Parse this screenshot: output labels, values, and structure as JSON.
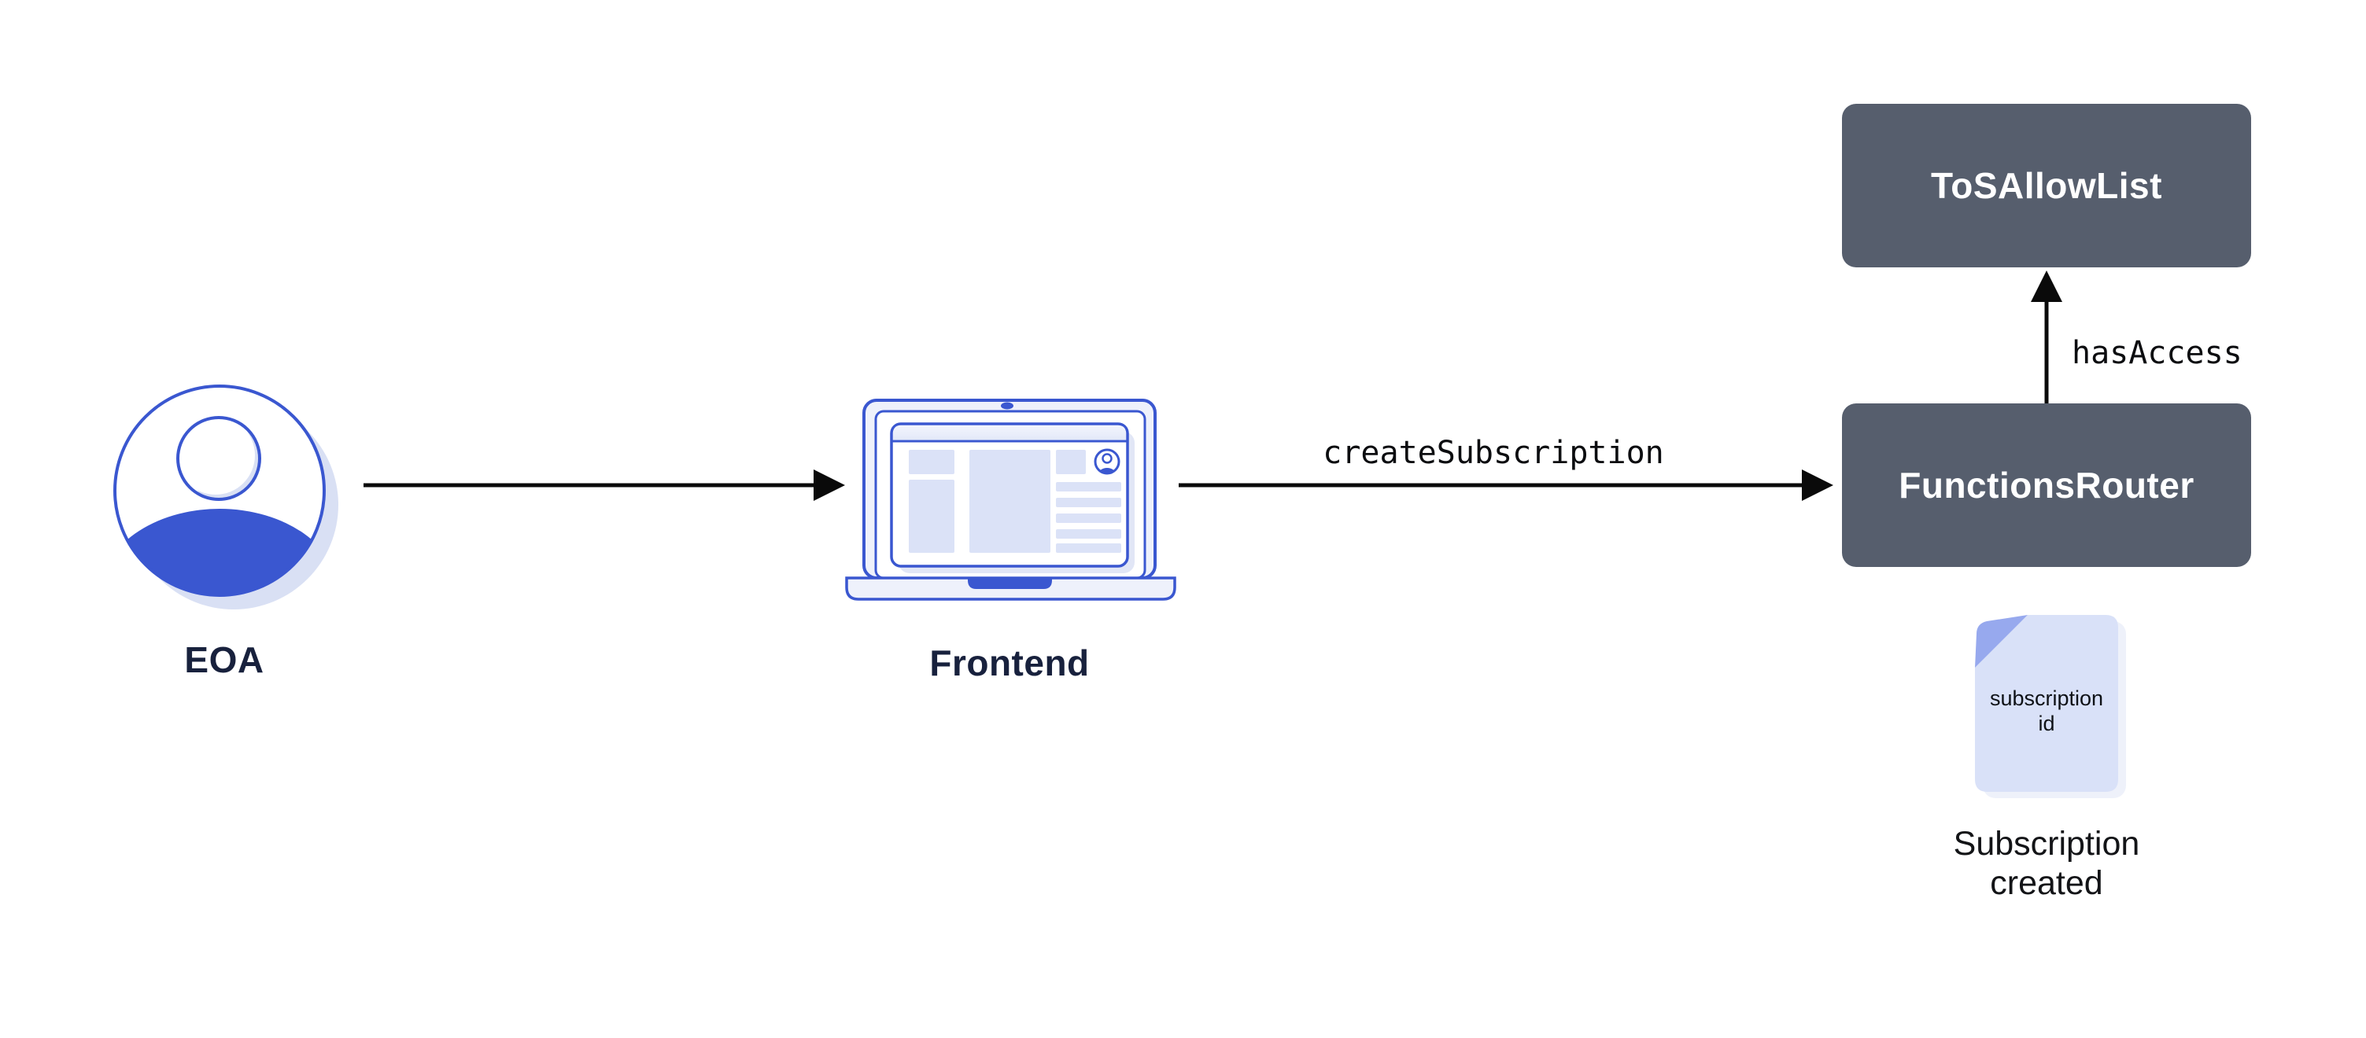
{
  "diagram": {
    "colors": {
      "blue": "#3a57d0",
      "lavender": "#dbe2f7",
      "lavender-shadow": "#d9e0f4",
      "doc-fold": "#97a9ee",
      "doc-body": "#d9e1f8",
      "slate": "#565e6d",
      "navy-label": "#18213d",
      "black": "#0c0d10",
      "laptop-fill": "#eef1fb",
      "white": "#ffffff"
    },
    "nodes": {
      "eoa": {
        "label": "EOA",
        "icon": "user-avatar-icon"
      },
      "frontend": {
        "label": "Frontend",
        "icon": "laptop-icon"
      },
      "tos_allow_list": {
        "label": "ToSAllowList"
      },
      "functions_router": {
        "label": "FunctionsRouter"
      },
      "subscription_doc": {
        "icon": "document-icon",
        "doc_text_line1": "subscription",
        "doc_text_line2": "id",
        "caption_line1": "Subscription",
        "caption_line2": "created"
      }
    },
    "edges": {
      "eoa_to_frontend": {
        "label": "",
        "direction": "right"
      },
      "frontend_to_functions_router": {
        "label": "createSubscription",
        "direction": "right"
      },
      "functions_router_to_tos_allow_list": {
        "label": "hasAccess",
        "direction": "up"
      }
    }
  }
}
